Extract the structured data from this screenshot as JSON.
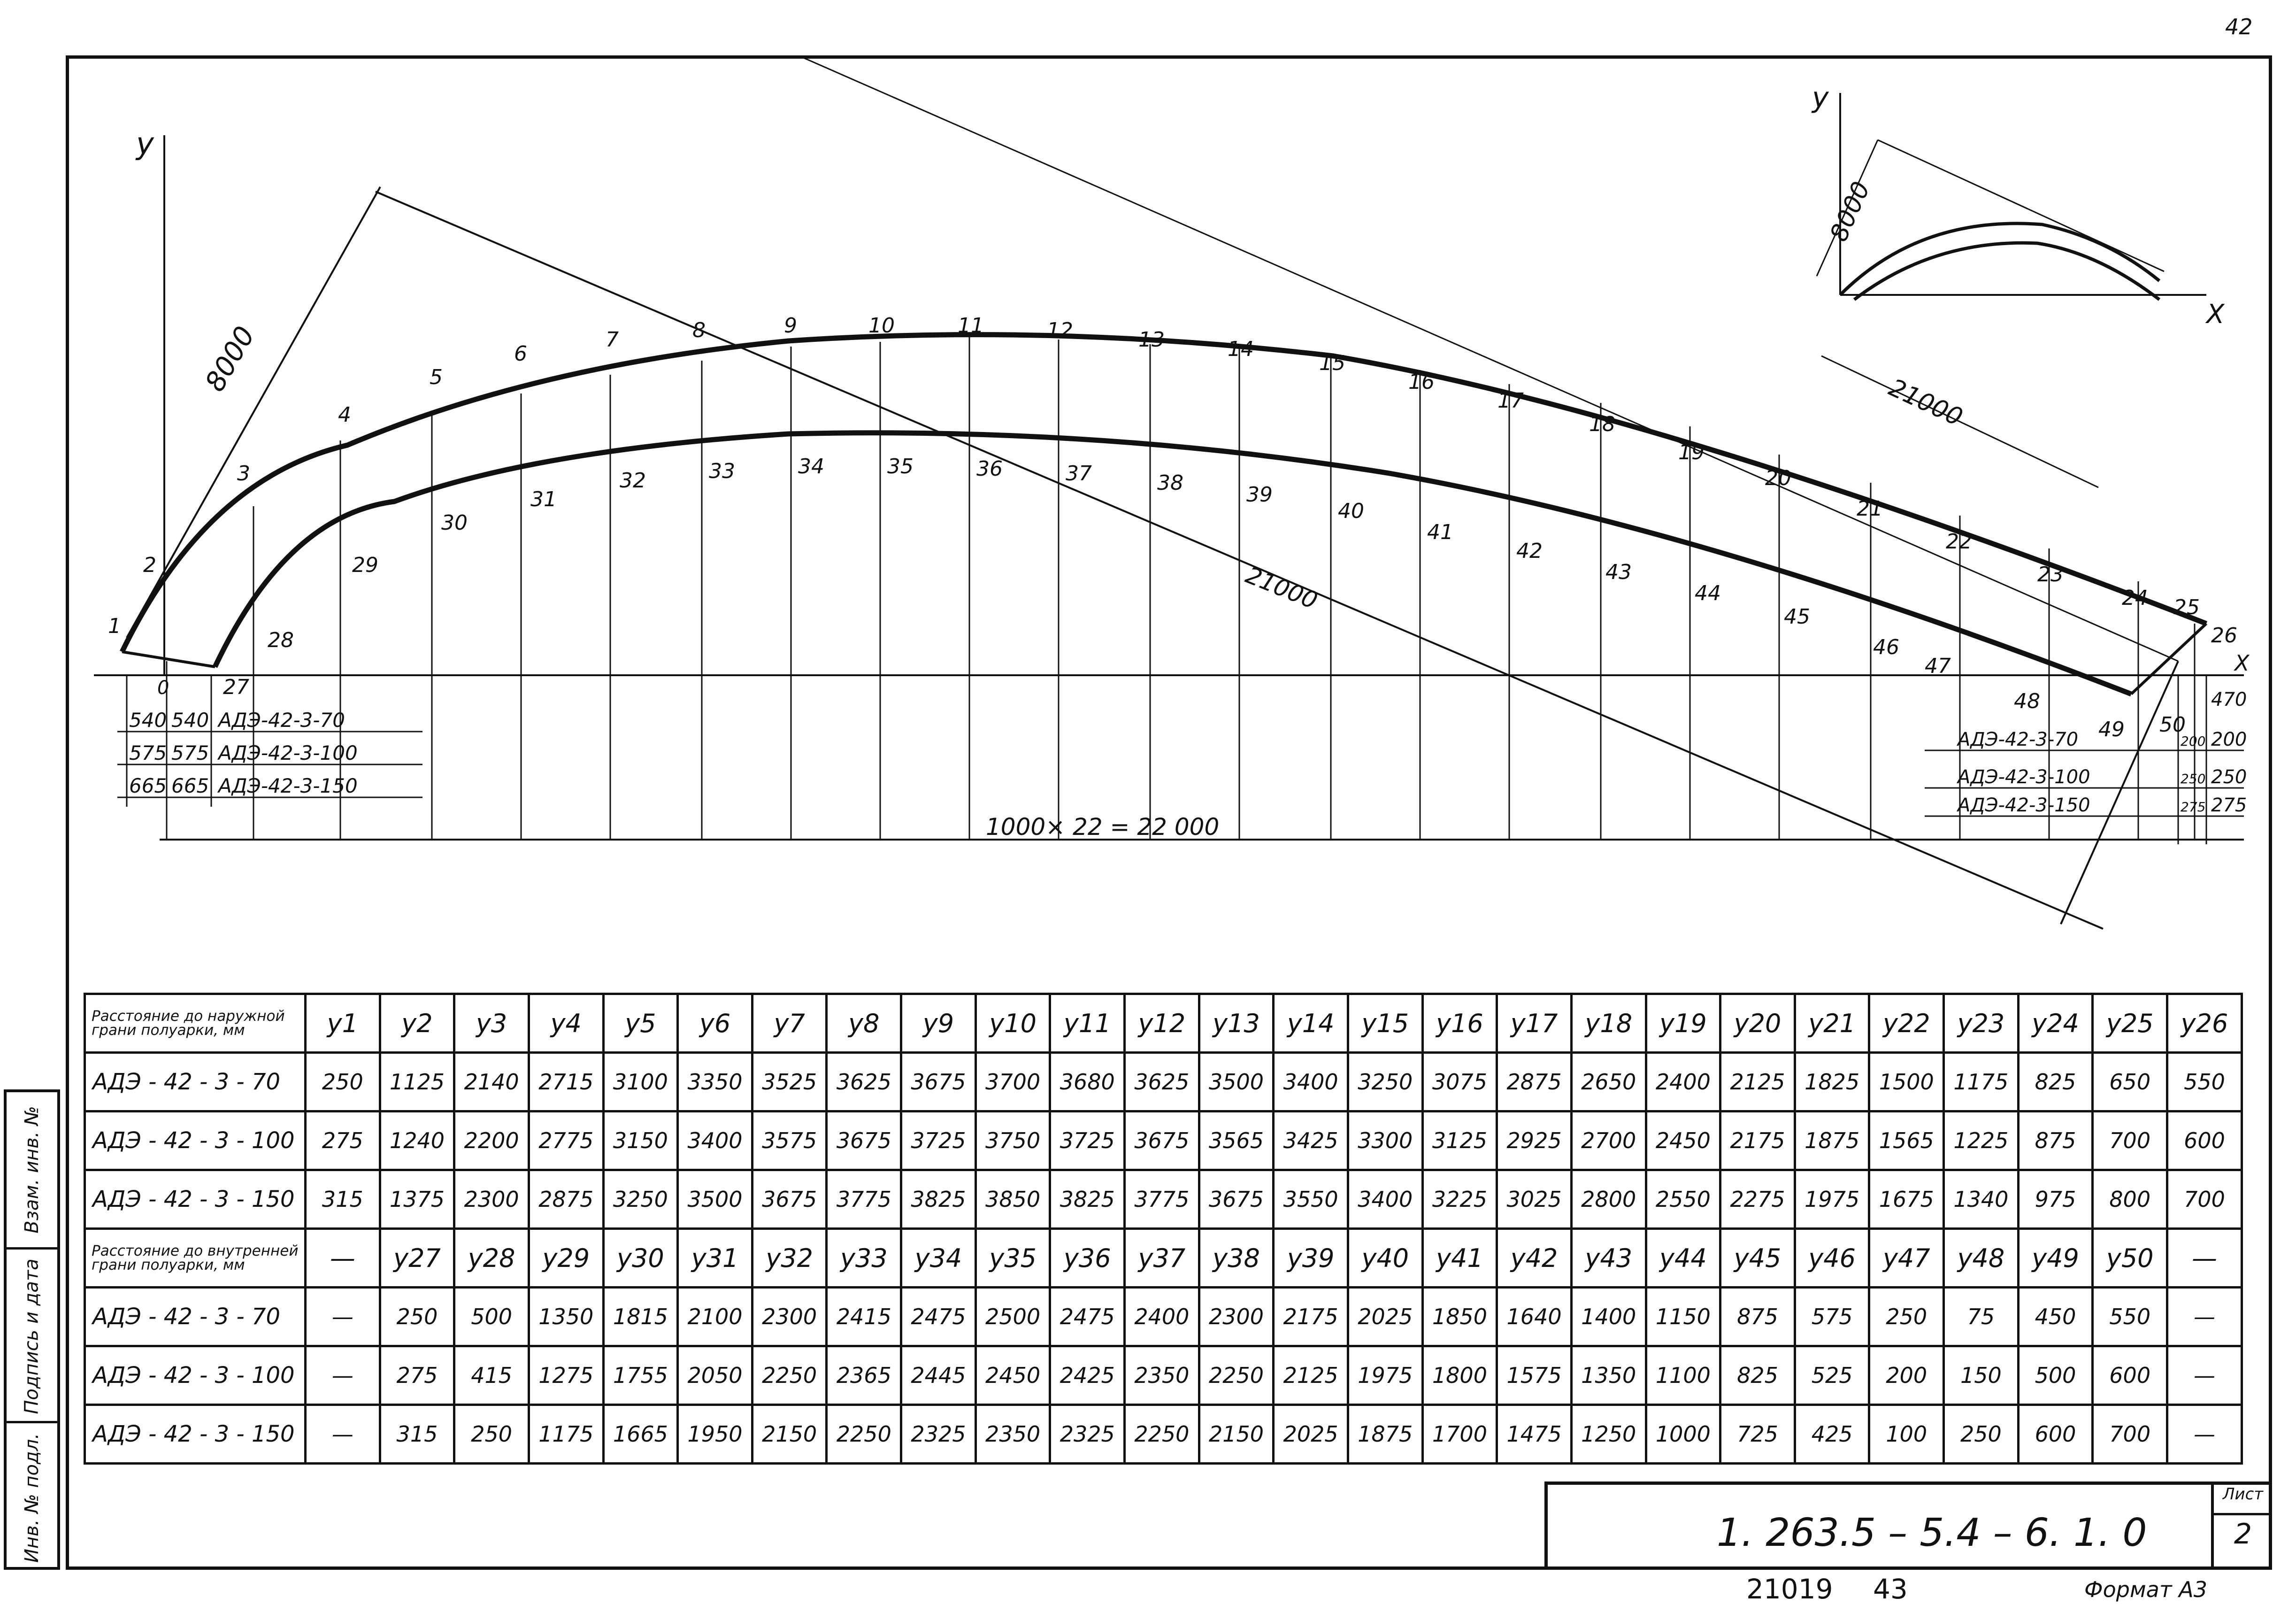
{
  "sheet_number": "42",
  "stamp": {
    "code": "1. 263.5 – 5.4 – 6. 1. 0",
    "sheet_label": "Лист",
    "sheet_value": "2"
  },
  "footer": {
    "archive": "21019",
    "page": "43",
    "format": "Формат А3"
  },
  "sidebar": {
    "cells": [
      "Инв. № подл.",
      "Подпись и дата",
      "Взам. инв. №"
    ]
  },
  "drawing": {
    "axis_y": "y",
    "axis_x": "X",
    "dim_8000": "8000",
    "dim_21000": "21000",
    "dim_base": "1000× 22 = 22 000",
    "inset_y": "y",
    "inset_x": "X",
    "inset_8000": "8000",
    "inset_21000": "21000",
    "outer_points": [
      "1",
      "2",
      "3",
      "4",
      "5",
      "6",
      "7",
      "8",
      "9",
      "10",
      "11",
      "12",
      "13",
      "14",
      "15",
      "16",
      "17",
      "18",
      "19",
      "20",
      "21",
      "22",
      "23",
      "24",
      "25",
      "26"
    ],
    "inner_points": [
      "27",
      "28",
      "29",
      "30",
      "31",
      "32",
      "33",
      "34",
      "35",
      "36",
      "37",
      "38",
      "39",
      "40",
      "41",
      "42",
      "43",
      "44",
      "45",
      "46",
      "47",
      "48",
      "49",
      "50"
    ],
    "origin_label": "0",
    "left_dims": [
      {
        "a": "540",
        "b": "540",
        "mark": "АДЭ-42-3-70"
      },
      {
        "a": "575",
        "b": "575",
        "mark": "АДЭ-42-3-100"
      },
      {
        "a": "665",
        "b": "665",
        "mark": "АДЭ-42-3-150"
      }
    ],
    "right_dims": [
      {
        "mark": "АДЭ-42-3-70",
        "a": "200",
        "b": "200"
      },
      {
        "mark": "АДЭ-42-3-100",
        "a": "250",
        "b": "250"
      },
      {
        "mark": "АДЭ-42-3-150",
        "a": "275",
        "b": "275"
      }
    ],
    "right_top": "470"
  },
  "table": {
    "outer_header": "Расстояние до наружной грани полуарки, мм",
    "inner_header": "Расстояние до внутренней грани полуарки, мм",
    "outer_cols": [
      "y1",
      "y2",
      "y3",
      "y4",
      "y5",
      "y6",
      "y7",
      "y8",
      "y9",
      "y10",
      "y11",
      "y12",
      "y13",
      "y14",
      "y15",
      "y16",
      "y17",
      "y18",
      "y19",
      "y20",
      "y21",
      "y22",
      "y23",
      "y24",
      "y25",
      "y26"
    ],
    "outer_rows": [
      {
        "label": "АДЭ - 42 - 3 - 70",
        "values": [
          "250",
          "1125",
          "2140",
          "2715",
          "3100",
          "3350",
          "3525",
          "3625",
          "3675",
          "3700",
          "3680",
          "3625",
          "3500",
          "3400",
          "3250",
          "3075",
          "2875",
          "2650",
          "2400",
          "2125",
          "1825",
          "1500",
          "1175",
          "825",
          "650",
          "550"
        ]
      },
      {
        "label": "АДЭ - 42 - 3 - 100",
        "values": [
          "275",
          "1240",
          "2200",
          "2775",
          "3150",
          "3400",
          "3575",
          "3675",
          "3725",
          "3750",
          "3725",
          "3675",
          "3565",
          "3425",
          "3300",
          "3125",
          "2925",
          "2700",
          "2450",
          "2175",
          "1875",
          "1565",
          "1225",
          "875",
          "700",
          "600"
        ]
      },
      {
        "label": "АДЭ - 42 - 3 - 150",
        "values": [
          "315",
          "1375",
          "2300",
          "2875",
          "3250",
          "3500",
          "3675",
          "3775",
          "3825",
          "3850",
          "3825",
          "3775",
          "3675",
          "3550",
          "3400",
          "3225",
          "3025",
          "2800",
          "2550",
          "2275",
          "1975",
          "1675",
          "1340",
          "975",
          "800",
          "700"
        ]
      }
    ],
    "dash": "—",
    "inner_cols": [
      "y27",
      "y28",
      "y29",
      "y30",
      "y31",
      "y32",
      "y33",
      "y34",
      "y35",
      "y36",
      "y37",
      "y38",
      "y39",
      "y40",
      "y41",
      "y42",
      "y43",
      "y44",
      "y45",
      "y46",
      "y47",
      "y48",
      "y49",
      "y50"
    ],
    "inner_rows": [
      {
        "label": "АДЭ - 42 - 3 - 70",
        "values": [
          "250",
          "500",
          "1350",
          "1815",
          "2100",
          "2300",
          "2415",
          "2475",
          "2500",
          "2475",
          "2400",
          "2300",
          "2175",
          "2025",
          "1850",
          "1640",
          "1400",
          "1150",
          "875",
          "575",
          "250",
          "75",
          "450",
          "550"
        ]
      },
      {
        "label": "АДЭ - 42 - 3 - 100",
        "values": [
          "275",
          "415",
          "1275",
          "1755",
          "2050",
          "2250",
          "2365",
          "2445",
          "2450",
          "2425",
          "2350",
          "2250",
          "2125",
          "1975",
          "1800",
          "1575",
          "1350",
          "1100",
          "825",
          "525",
          "200",
          "150",
          "500",
          "600"
        ]
      },
      {
        "label": "АДЭ - 42 - 3 - 150",
        "values": [
          "315",
          "250",
          "1175",
          "1665",
          "1950",
          "2150",
          "2250",
          "2325",
          "2350",
          "2325",
          "2250",
          "2150",
          "2025",
          "1875",
          "1700",
          "1475",
          "1250",
          "1000",
          "725",
          "425",
          "100",
          "250",
          "600",
          "700"
        ]
      }
    ]
  }
}
